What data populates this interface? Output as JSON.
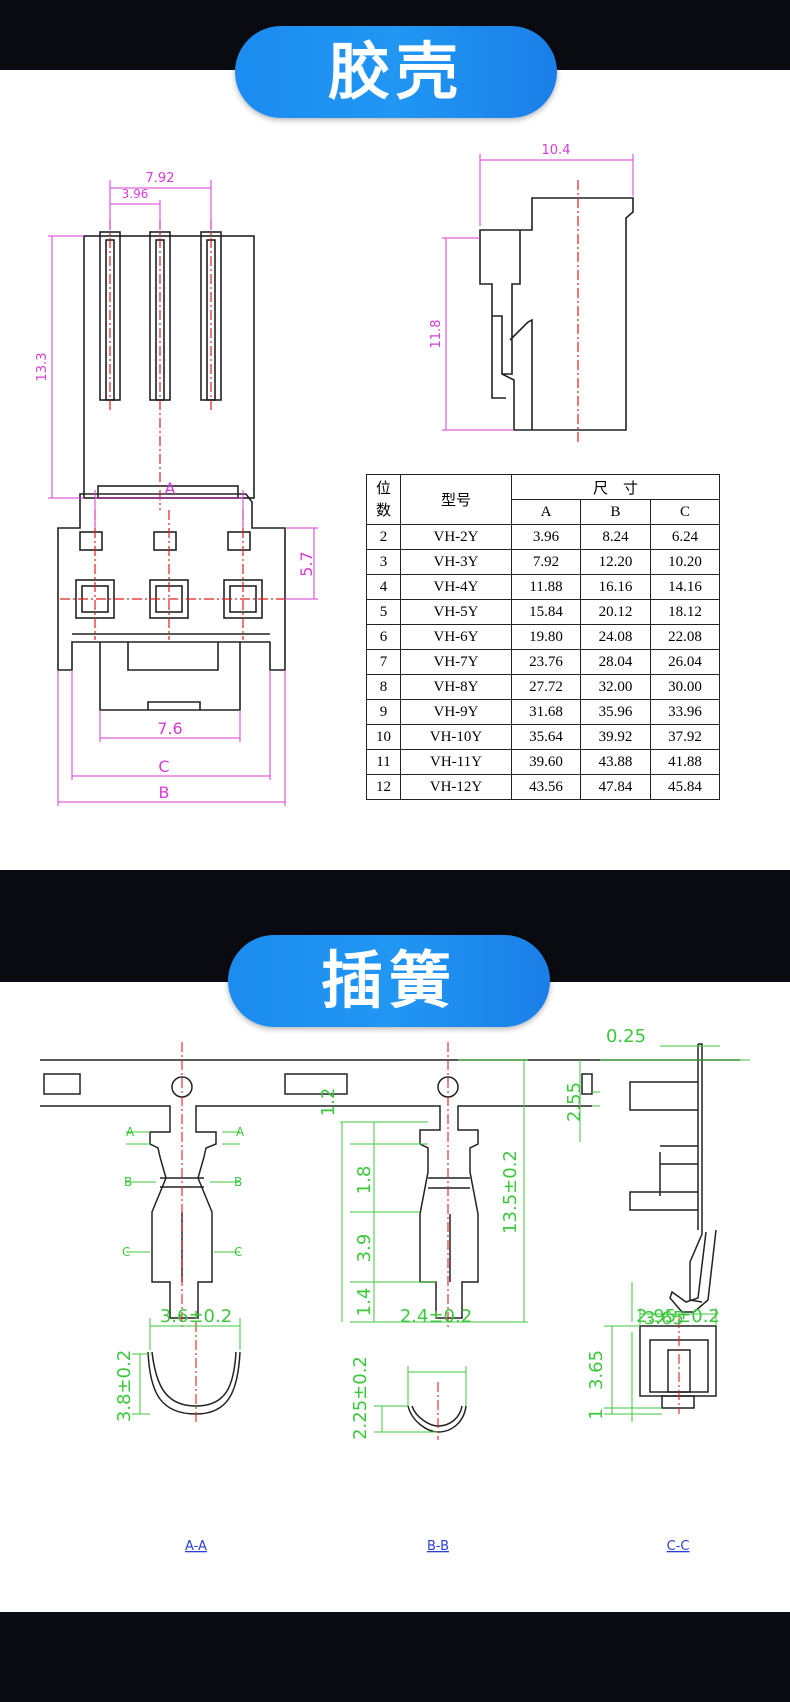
{
  "section1": {
    "title": "胶壳"
  },
  "section2": {
    "title": "插簧"
  },
  "housing": {
    "front": {
      "pitch2": "7.92",
      "pitch1": "3.96",
      "height": "13.3"
    },
    "side": {
      "width": "10.4",
      "height": "11.8"
    },
    "top": {
      "a": "A",
      "h": "5.7",
      "inner": "7.6",
      "c": "C",
      "b": "B"
    }
  },
  "table": {
    "h_pos_1": "位",
    "h_pos_2": "数",
    "h_model": "型号",
    "h_size": "尺　寸",
    "col_a": "A",
    "col_b": "B",
    "col_c": "C",
    "rows": [
      [
        "2",
        "VH-2Y",
        "3.96",
        "8.24",
        "6.24"
      ],
      [
        "3",
        "VH-3Y",
        "7.92",
        "12.20",
        "10.20"
      ],
      [
        "4",
        "VH-4Y",
        "11.88",
        "16.16",
        "14.16"
      ],
      [
        "5",
        "VH-5Y",
        "15.84",
        "20.12",
        "18.12"
      ],
      [
        "6",
        "VH-6Y",
        "19.80",
        "24.08",
        "22.08"
      ],
      [
        "7",
        "VH-7Y",
        "23.76",
        "28.04",
        "26.04"
      ],
      [
        "8",
        "VH-8Y",
        "27.72",
        "32.00",
        "30.00"
      ],
      [
        "9",
        "VH-9Y",
        "31.68",
        "35.96",
        "33.96"
      ],
      [
        "10",
        "VH-10Y",
        "35.64",
        "39.92",
        "37.92"
      ],
      [
        "11",
        "VH-11Y",
        "39.60",
        "43.88",
        "41.88"
      ],
      [
        "12",
        "VH-12Y",
        "43.56",
        "47.84",
        "45.84"
      ]
    ]
  },
  "terminal": {
    "thick": "0.25",
    "d255": "2.55",
    "d135": "13.5±0.2",
    "d12": "1.2",
    "d18": "1.8",
    "d39": "3.9",
    "d14": "1.4",
    "d365b": "3.65",
    "markA": "A",
    "markB": "B",
    "markC": "C"
  },
  "sections": {
    "aa_w": "3.6±0.2",
    "aa_h": "3.8±0.2",
    "aa_label": "A-A",
    "bb_w": "2.4±0.2",
    "bb_h": "2.25±0.2",
    "bb_label": "B-B",
    "cc_w": "2.95±0.2",
    "cc_h": "3.65",
    "cc_1": "1",
    "cc_label": "C-C"
  },
  "colors": {
    "dim_magenta": "#d63cd6",
    "dim_green": "#3cc83c",
    "center_red": "#e02020",
    "pill_blue": "#2196f3"
  }
}
